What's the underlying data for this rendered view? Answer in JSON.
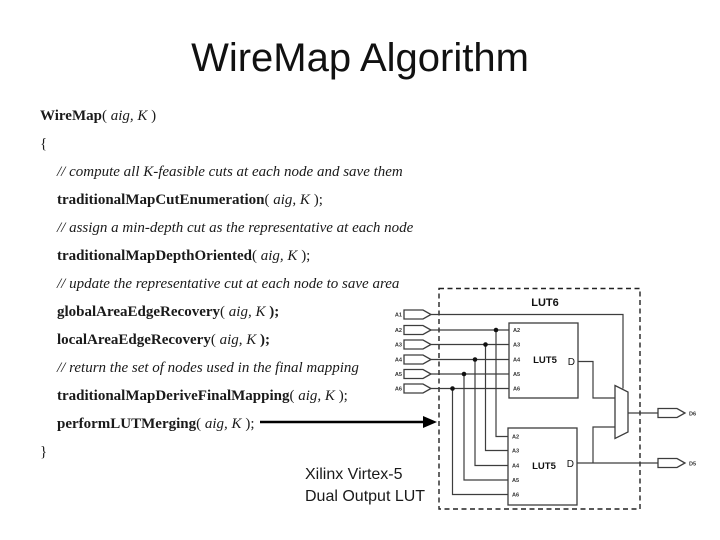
{
  "title": "WireMap Algorithm",
  "code": {
    "lines": [
      {
        "indent": 0,
        "segments": [
          {
            "text": "WireMap",
            "style": "bold"
          },
          {
            "text": "( ",
            "style": "normal"
          },
          {
            "text": "aig, K",
            "style": "italic"
          },
          {
            "text": " )",
            "style": "normal"
          }
        ]
      },
      {
        "indent": 0,
        "segments": [
          {
            "text": "{",
            "style": "normal"
          }
        ]
      },
      {
        "indent": 1,
        "segments": [
          {
            "text": "// compute all K-feasible cuts at each node and save them",
            "style": "italic"
          }
        ]
      },
      {
        "indent": 1,
        "segments": [
          {
            "text": "traditionalMapCutEnumeration",
            "style": "bold"
          },
          {
            "text": "( ",
            "style": "normal"
          },
          {
            "text": "aig, K",
            "style": "italic"
          },
          {
            "text": " );",
            "style": "normal"
          }
        ]
      },
      {
        "indent": 1,
        "segments": [
          {
            "text": "// assign a min-depth cut as the representative at each node",
            "style": "italic"
          }
        ]
      },
      {
        "indent": 1,
        "segments": [
          {
            "text": "traditionalMapDepthOriented",
            "style": "bold"
          },
          {
            "text": "( ",
            "style": "normal"
          },
          {
            "text": "aig, K",
            "style": "italic"
          },
          {
            "text": " );",
            "style": "normal"
          }
        ]
      },
      {
        "indent": 1,
        "segments": [
          {
            "text": "// update the representative cut at each node to save area",
            "style": "italic"
          }
        ]
      },
      {
        "indent": 1,
        "segments": [
          {
            "text": "globalAreaEdgeRecovery",
            "style": "bold"
          },
          {
            "text": "( ",
            "style": "normal"
          },
          {
            "text": "aig, K",
            "style": "italic"
          },
          {
            "text": " );",
            "style": "bold"
          }
        ]
      },
      {
        "indent": 1,
        "segments": [
          {
            "text": "localAreaEdgeRecovery",
            "style": "bold"
          },
          {
            "text": "( ",
            "style": "normal"
          },
          {
            "text": "aig, K",
            "style": "italic"
          },
          {
            "text": " );",
            "style": "bold"
          }
        ]
      },
      {
        "indent": 1,
        "segments": [
          {
            "text": "// return the set of nodes used in the final mapping",
            "style": "italic"
          }
        ]
      },
      {
        "indent": 1,
        "segments": [
          {
            "text": "traditionalMapDeriveFinalMapping",
            "style": "bold"
          },
          {
            "text": "( ",
            "style": "normal"
          },
          {
            "text": "aig, K",
            "style": "italic"
          },
          {
            "text": " );",
            "style": "normal"
          }
        ]
      },
      {
        "indent": 1,
        "segments": [
          {
            "text": "performLUTMerging",
            "style": "bold"
          },
          {
            "text": "( ",
            "style": "normal"
          },
          {
            "text": "aig, K",
            "style": "italic"
          },
          {
            "text": " );",
            "style": "normal"
          }
        ]
      },
      {
        "indent": 0,
        "segments": [
          {
            "text": "}",
            "style": "normal"
          }
        ]
      }
    ]
  },
  "caption": {
    "line1": "Xilinx Virtex-5",
    "line2": "Dual Output LUT"
  },
  "circuit": {
    "boundary_label": "LUT6",
    "inputs": [
      "A1",
      "A2",
      "A3",
      "A4",
      "A5",
      "A6"
    ],
    "lut_top": {
      "label": "LUT5",
      "inputs": [
        "A2",
        "A3",
        "A4",
        "A5",
        "A6"
      ],
      "output_label": "D"
    },
    "lut_bottom": {
      "label": "LUT5",
      "inputs": [
        "A2",
        "A3",
        "A4",
        "A5",
        "A6"
      ],
      "output_label": "D"
    },
    "outputs": [
      "D6",
      "D5"
    ],
    "colors": {
      "wire": "#3d3d3d",
      "text": "#111111",
      "background": "#ffffff"
    }
  }
}
